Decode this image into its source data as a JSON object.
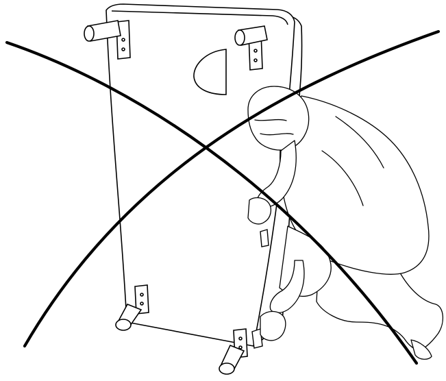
{
  "figure": {
    "stroke_color": "#000000",
    "background_color": "#ffffff",
    "prohibition_mark": "cross-out-x",
    "subject": "person-kneeling-lifting-tipped-cabinet-with-legs",
    "legs_visible": 4
  }
}
